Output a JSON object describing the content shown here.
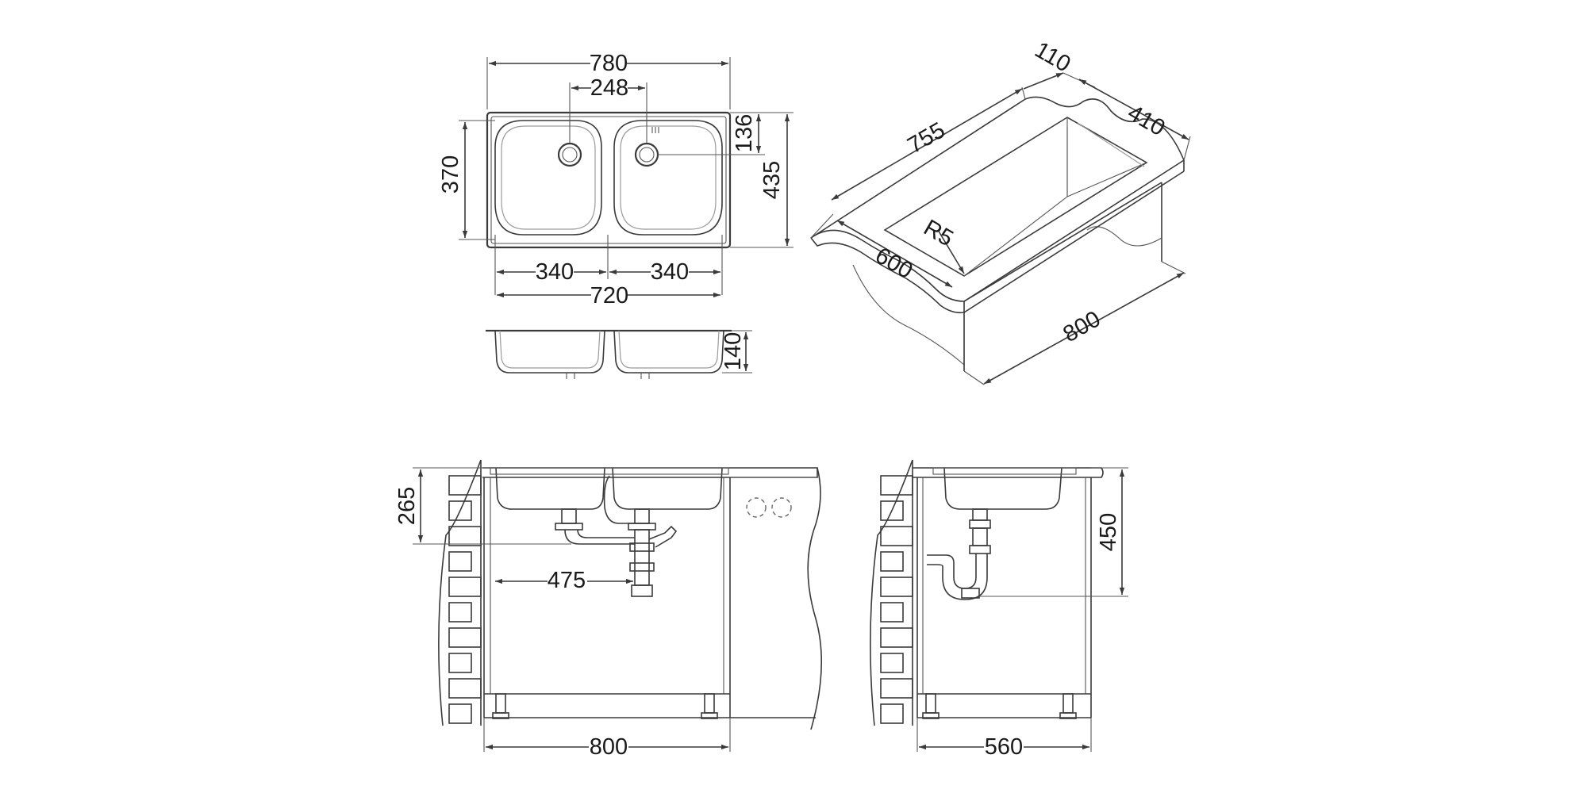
{
  "top_view": {
    "overall_width": "780",
    "drain_spacing": "248",
    "drain_offset": "136",
    "bowl_depth": "370",
    "overall_depth": "435",
    "bowl_left_width": "340",
    "bowl_right_width": "340",
    "bowls_total_width": "720"
  },
  "section_view": {
    "bowl_height": "140"
  },
  "iso_view": {
    "rear_gap": "110",
    "cutout_width": "755",
    "depth_right": "410",
    "radius": "R5",
    "worktop_depth": "600",
    "cabinet_width": "800"
  },
  "front_install": {
    "height_265": "265",
    "drain_distance": "475",
    "cabinet_width": "800"
  },
  "side_install": {
    "height_450": "450",
    "cabinet_depth": "560"
  }
}
